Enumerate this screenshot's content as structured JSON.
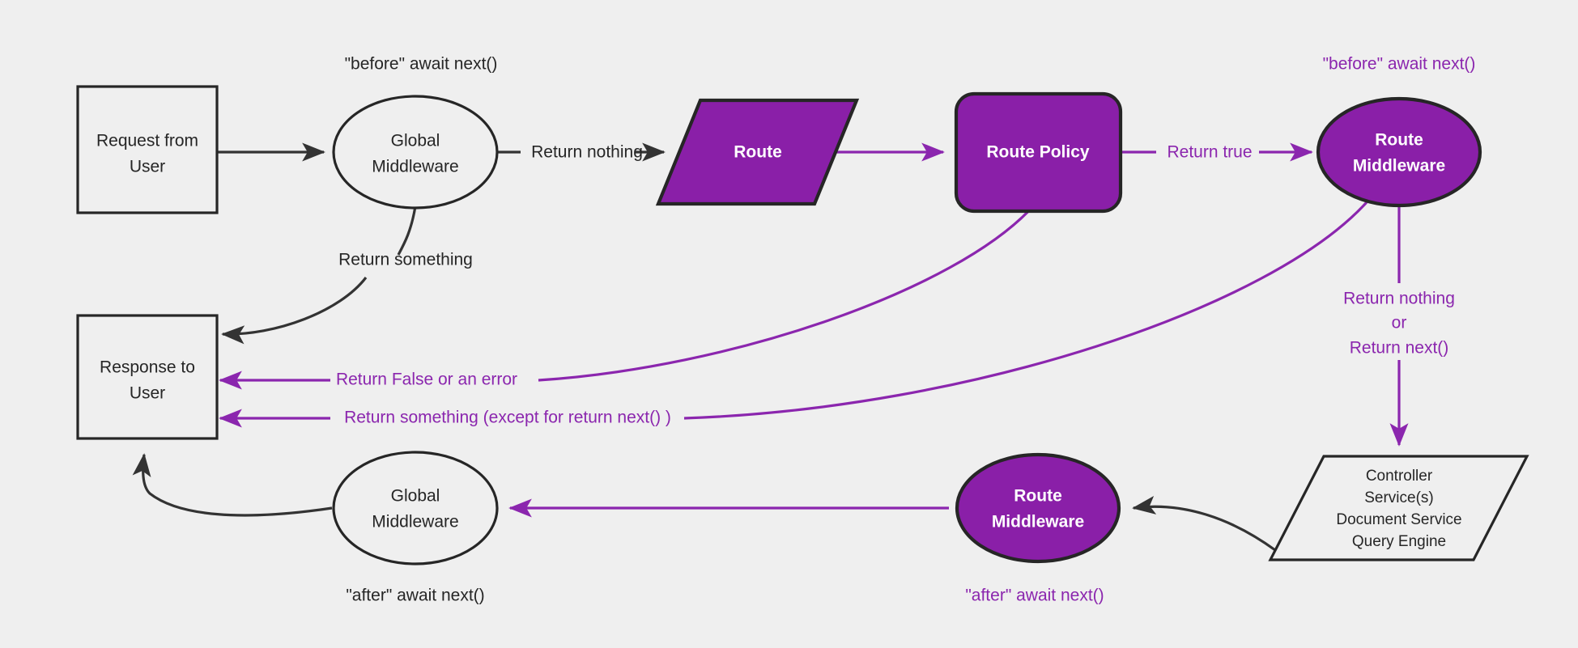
{
  "diagram": {
    "title": "Request / Middleware Lifecycle Flowchart",
    "background_color": "#efefef",
    "accent_purple": "#8a1fa8",
    "label_purple": "#8b26ae",
    "dark_stroke": "#262626",
    "nodes": {
      "request_from_user": {
        "line1": "Request from",
        "line2": "User",
        "shape": "rectangle"
      },
      "global_middleware_top": {
        "line1": "Global",
        "line2": "Middleware",
        "shape": "ellipse"
      },
      "route": {
        "line1": "Route",
        "shape": "parallelogram"
      },
      "route_policy": {
        "line1": "Route Policy",
        "shape": "rounded-rectangle"
      },
      "route_middleware_top": {
        "line1": "Route",
        "line2": "Middleware",
        "shape": "ellipse"
      },
      "controller_stack": {
        "line1": "Controller",
        "line2": "Service(s)",
        "line3": "Document Service",
        "line4": "Query Engine",
        "shape": "parallelogram"
      },
      "route_middleware_bottom": {
        "line1": "Route",
        "line2": "Middleware",
        "shape": "ellipse"
      },
      "global_middleware_bottom": {
        "line1": "Global",
        "line2": "Middleware",
        "shape": "ellipse"
      },
      "response_to_user": {
        "line1": "Response to",
        "line2": "User",
        "shape": "rectangle"
      }
    },
    "annotations": {
      "before_await_next_global": "\"before\" await next()",
      "before_await_next_route": "\"before\" await next()",
      "after_await_next_global": "\"after\" await next()",
      "after_await_next_route": "\"after\" await next()"
    },
    "edges": {
      "return_nothing": "Return nothing",
      "return_something": "Return something",
      "return_true": "Return true",
      "return_false_or_error": "Return False or an error",
      "return_something_except_next": "Return something (except for return next() )",
      "return_nothing_or_next_line1": "Return nothing",
      "return_nothing_or_next_line2": "or",
      "return_nothing_or_next_line3": "Return next()"
    }
  }
}
